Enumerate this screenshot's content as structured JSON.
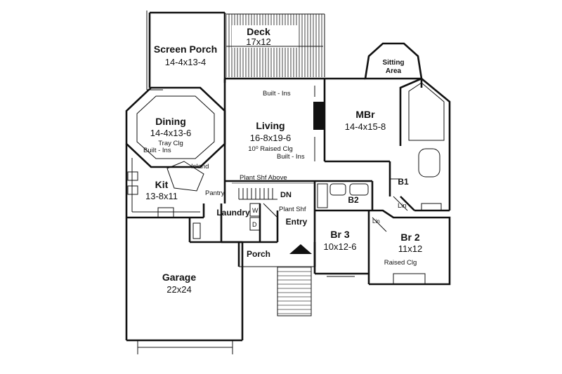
{
  "rooms": {
    "screen_porch": {
      "name": "Screen Porch",
      "dims": "14-4x13-4"
    },
    "deck": {
      "name": "Deck",
      "dims": "17x12"
    },
    "dining": {
      "name": "Dining",
      "dims": "14-4x13-6",
      "note": "Tray Clg"
    },
    "living": {
      "name": "Living",
      "dims": "16-8x19-6",
      "note": "10⁰ Raised Clg"
    },
    "mbr": {
      "name": "MBr",
      "dims": "14-4x15-8"
    },
    "sitting": {
      "line1": "Sitting",
      "line2": "Area"
    },
    "kit": {
      "name": "Kit",
      "dims": "13-8x11"
    },
    "garage": {
      "name": "Garage",
      "dims": "22x24"
    },
    "br3": {
      "name": "Br 3",
      "dims": "10x12-6"
    },
    "br2": {
      "name": "Br 2",
      "dims": "11x12",
      "note": "Raised Clg"
    },
    "laundry": {
      "name": "Laundry"
    },
    "entry": {
      "name": "Entry"
    },
    "porch": {
      "name": "Porch"
    },
    "b1": {
      "name": "B1"
    },
    "b2": {
      "name": "B2"
    }
  },
  "labels": {
    "built_ins_top": "Built - Ins",
    "built_ins_mid": "Built - Ins",
    "built_ins_kit": "Built - Ins",
    "island": "Island",
    "plant_shf_above": "Plant Shf Above",
    "pantry": "Pantry",
    "dn": "DN",
    "plant_shf": "Plant Shf",
    "lin": "Lin",
    "lin2": "Lin",
    "washer": "W",
    "dryer": "D"
  }
}
